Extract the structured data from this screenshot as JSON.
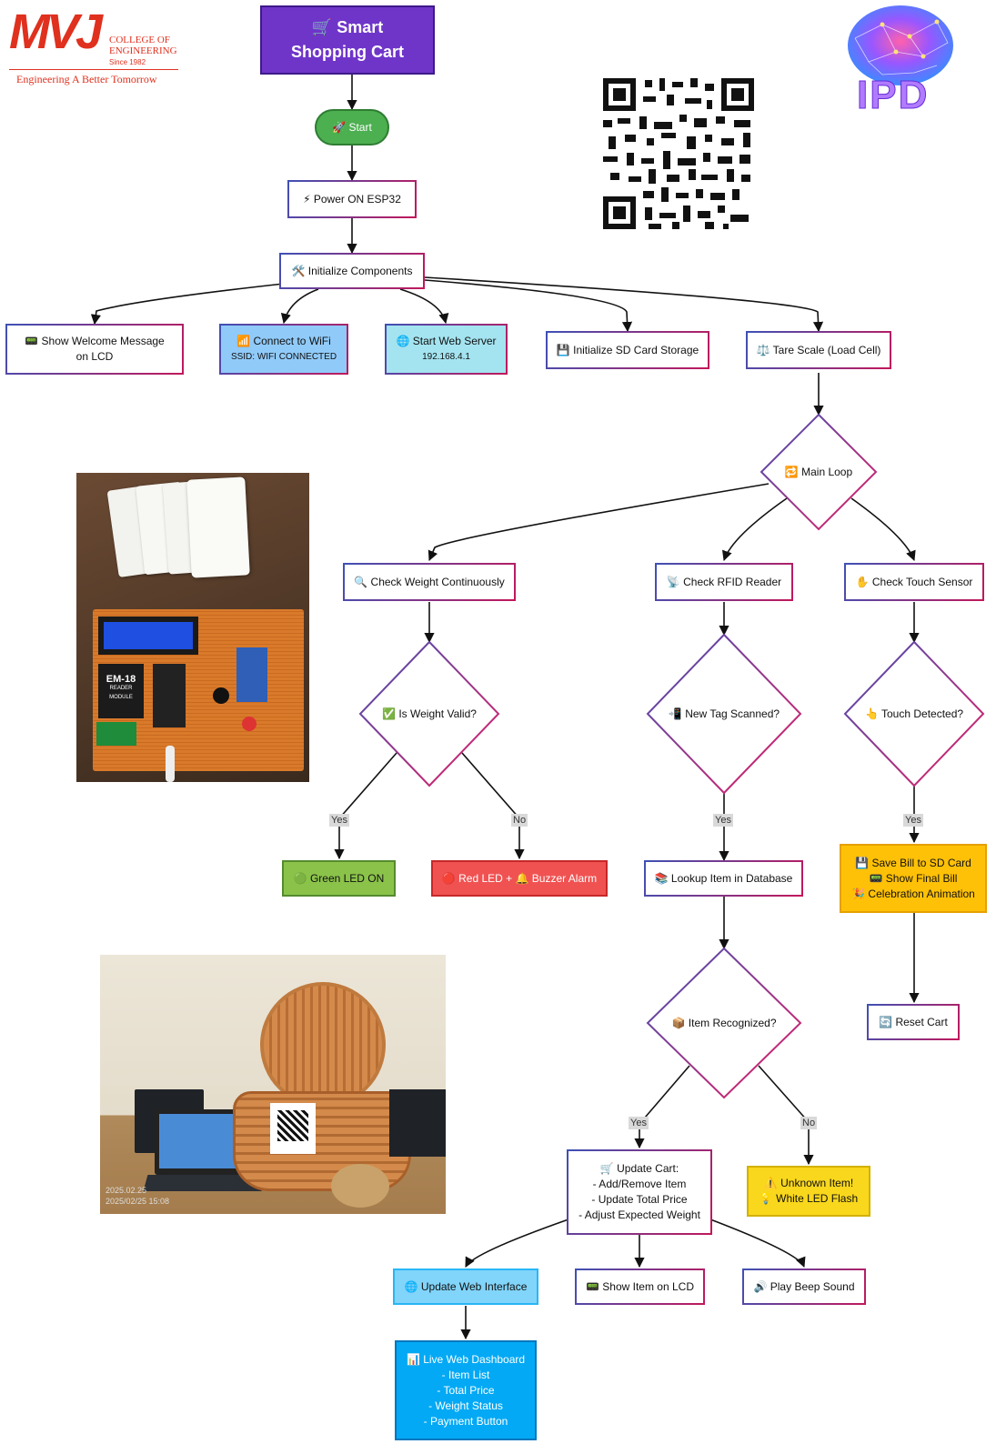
{
  "logo": {
    "mark": "MVJ",
    "line1": "COLLEGE OF",
    "line2": "ENGINEERING",
    "since": "Since 1982",
    "tagline": "Engineering A Better Tomorrow",
    "ipd": "IPD"
  },
  "title": {
    "icon": "🛒",
    "line1": "Smart",
    "line2": "Shopping Cart"
  },
  "nodes": {
    "start": "🚀 Start",
    "power": "⚡ Power ON ESP32",
    "init": "🛠️ Initialize Components",
    "welcome": [
      "📟 Show Welcome Message",
      "on LCD"
    ],
    "wifi": [
      "📶 Connect to WiFi",
      "SSID: WIFI CONNECTED"
    ],
    "webserver": [
      "🌐 Start Web Server",
      "192.168.4.1"
    ],
    "sdinit": "💾 Initialize SD Card Storage",
    "tare": "⚖️ Tare Scale (Load Cell)",
    "mainloop": "🔁 Main Loop",
    "checkweight": "🔍 Check Weight Continuously",
    "checkrfid": "📡 Check RFID Reader",
    "checktouch": "✋ Check Touch Sensor",
    "weightvalid": "✅ Is Weight Valid?",
    "newtag": "📲 New Tag Scanned?",
    "touchdetected": "👆 Touch Detected?",
    "greenled": "🟢 Green LED ON",
    "redled": "🔴 Red LED + 🔔 Buzzer Alarm",
    "lookup": "📚 Lookup Item in Database",
    "savebill": [
      "💾 Save Bill to SD Card",
      "📟 Show Final Bill",
      "🎉 Celebration Animation"
    ],
    "itemrecognized": "📦 Item Recognized?",
    "resetcart": "🔄 Reset Cart",
    "updatecart": [
      "🛒 Update Cart:",
      "- Add/Remove Item",
      "- Update Total Price",
      "- Adjust Expected Weight"
    ],
    "unknown": [
      "⚠️ Unknown Item!",
      "💡 White LED Flash"
    ],
    "updateweb": "🌐 Update Web Interface",
    "showlcd": "📟 Show Item on LCD",
    "beep": "🔊 Play Beep Sound",
    "dashboard": [
      "📊 Live Web Dashboard",
      "- Item List",
      "- Total Price",
      "- Weight Status",
      "- Payment Button"
    ]
  },
  "labels": {
    "yes": "Yes",
    "no": "No"
  },
  "photos": {
    "hardware_module": "EM-18",
    "hardware_module_sub1": "READER",
    "hardware_module_sub2": "MODULE",
    "cart_stamp1": "2025.02.25",
    "cart_stamp2": "2025/02/25 15:08"
  },
  "colors": {
    "title_bg": "#6f35c9",
    "start_bg": "#4caf50",
    "wifi_bg": "#90caf9",
    "webserver_bg": "#a3e4f0",
    "green_bg": "#8bc34a",
    "red_bg": "#f05252",
    "yellow_bg": "#f9d71c",
    "orange_bg": "#ffc107",
    "web_bg": "#81d4fa",
    "dashboard_bg": "#03a9f4",
    "logo_red": "#e0301e"
  }
}
